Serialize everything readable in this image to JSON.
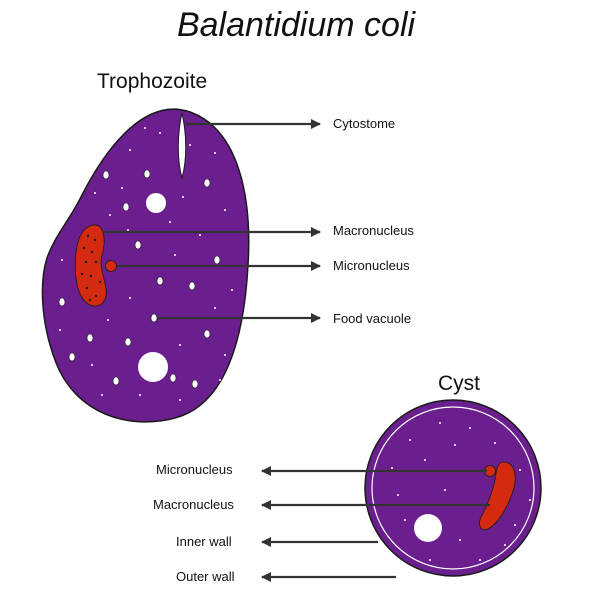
{
  "title": "Balantidium coli",
  "trophozoite": {
    "heading": "Trophozoite",
    "labels": {
      "cytostome": "Cytostome",
      "macronucleus": "Macronucleus",
      "micronucleus": "Micronucleus",
      "food_vacuole": "Food vacuole"
    }
  },
  "cyst": {
    "heading": "Cyst",
    "labels": {
      "micronucleus": "Micronucleus",
      "macronucleus": "Macronucleus",
      "inner_wall": "Inner wall",
      "outer_wall": "Outer wall"
    }
  },
  "colors": {
    "cytoplasm": "#6b1e8e",
    "nucleus": "#d42a10",
    "outline": "#1a1a1a",
    "arrow": "#333333"
  }
}
